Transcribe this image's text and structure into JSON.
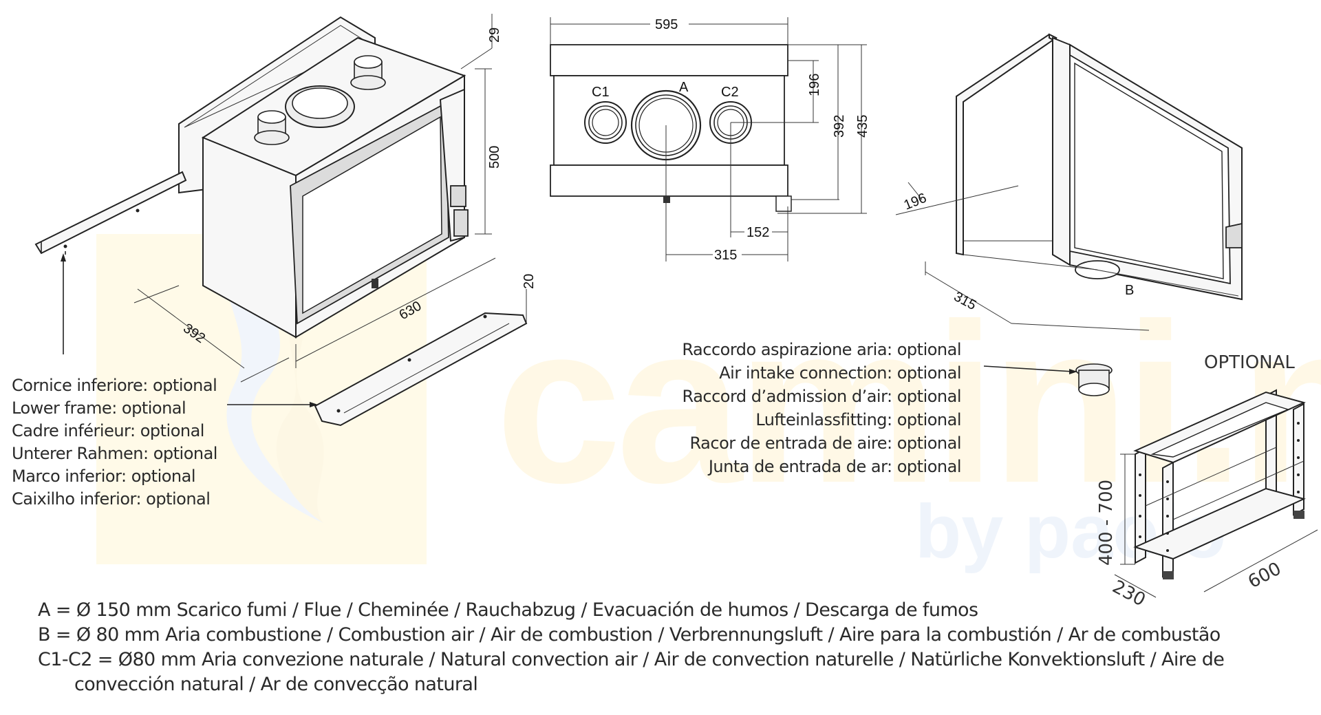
{
  "watermark": {
    "main": "camini.net",
    "sub": "by paolo"
  },
  "dimensions": {
    "top_width": "595",
    "top_offset": "29",
    "height_500": "500",
    "depth_392": "392",
    "width_630": "630",
    "frame_height": "20",
    "front_196": "196",
    "front_392": "392",
    "front_435": "435",
    "front_152": "152",
    "front_315": "315",
    "right_196": "196",
    "right_315": "315",
    "stand_height": "400 - 700",
    "stand_depth": "230",
    "stand_width": "600"
  },
  "connection_labels": {
    "c1": "C1",
    "a": "A",
    "c2": "C2",
    "b": "B"
  },
  "lower_frame_labels": [
    "Cornice inferiore: optional",
    "Lower frame: optional",
    "Cadre inférieur: optional",
    "Unterer Rahmen: optional",
    "Marco inferior: optional",
    "Caixilho inferior: optional"
  ],
  "air_intake_labels": [
    "Raccordo aspirazione aria: optional",
    "Air intake connection: optional",
    "Raccord d’admission d’air: optional",
    "Lufteinlassfitting: optional",
    "Racor de entrada de aire: optional",
    "Junta de entrada de ar: optional"
  ],
  "optional_label": "OPTIONAL",
  "legend": [
    "A = Ø 150 mm  Scarico fumi / Flue / Cheminée / Rauchabzug / Evacuación de humos / Descarga de fumos",
    "B = Ø 80 mm  Aria combustione / Combustion air / Air de combustion / Verbrennungsluft / Aire para la combustión / Ar de combustão",
    "C1-C2 = Ø80 mm Aria convezione naturale / Natural convection air / Air de convection naturelle / Natürliche Konvektionsluft / Aire de",
    "convección natural / Ar de convecção natural"
  ]
}
